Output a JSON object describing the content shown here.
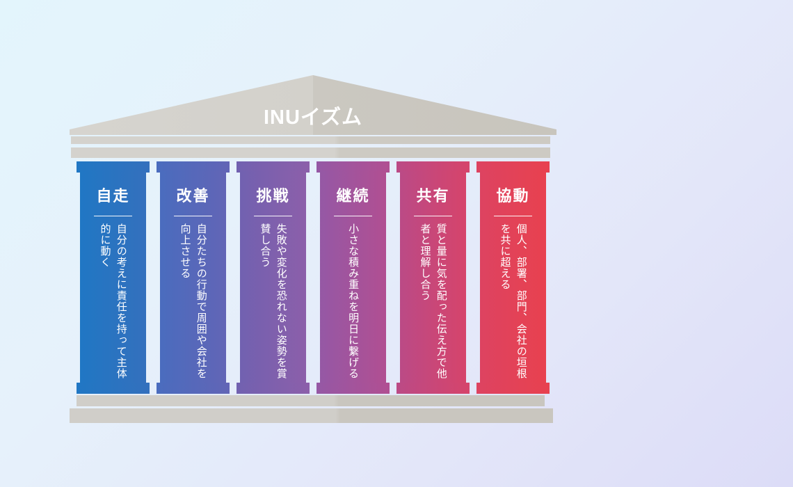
{
  "scene": {
    "background_from": "#e3f5fc",
    "background_to": "#dcdcf7",
    "stone_color": "#d4d2cd",
    "stone_shadow_color": "#cdcac3"
  },
  "pediment": {
    "title": "INUイズム",
    "title_color": "#ffffff"
  },
  "columns": [
    {
      "title": "自走",
      "description": "自分の考えに責任を持って主体的に動く",
      "color_from": "#2077c4",
      "color_to": "#3470bd"
    },
    {
      "title": "改善",
      "description": "自分たちの行動で周囲や会社を向上させる",
      "color_from": "#4a6cbe",
      "color_to": "#6265b6"
    },
    {
      "title": "挑戦",
      "description": "失敗や変化を恐れない姿勢を賞賛し合う",
      "color_from": "#7161b0",
      "color_to": "#8c5faa"
    },
    {
      "title": "継続",
      "description": "小さな積み重ねを明日に繋げる",
      "color_from": "#9558a5",
      "color_to": "#b14f92"
    },
    {
      "title": "共有",
      "description": "質と量に気を配った伝え方で他者と理解し合う",
      "color_from": "#bb4a86",
      "color_to": "#d6446b"
    },
    {
      "title": "協動",
      "description": "個人、部署、部門、会社の垣根を共に超える",
      "color_from": "#dd4361",
      "color_to": "#e8414f"
    }
  ],
  "base": {
    "upper_step": "",
    "lower_step": ""
  }
}
